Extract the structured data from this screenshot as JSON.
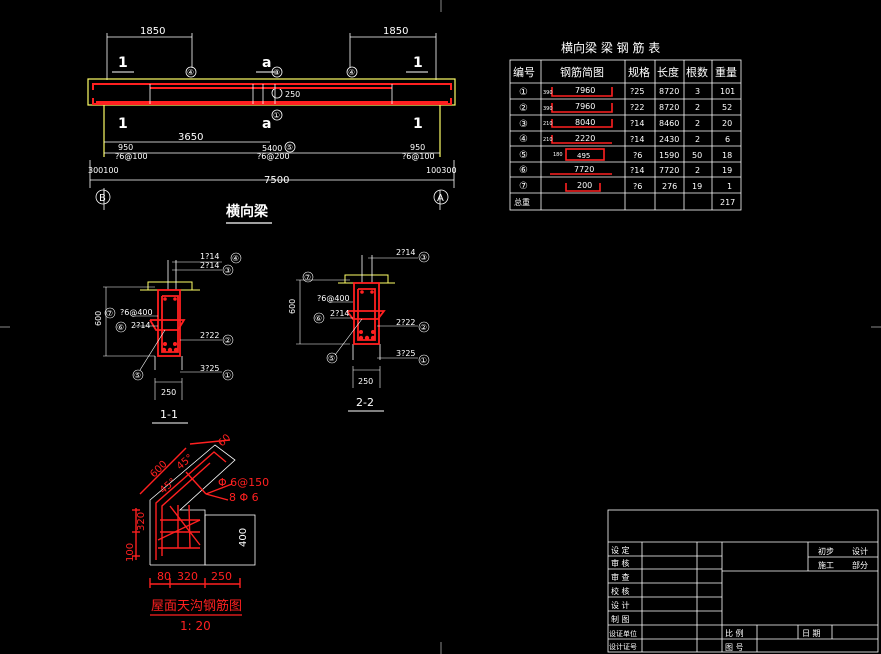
{
  "beam": {
    "title": "横向梁",
    "dim_1850": "1850",
    "sec_1": "1",
    "sec_2": "a",
    "callout_1": "①",
    "callout_3": "③",
    "callout_4": "④",
    "callout_5": "⑤",
    "label_250": "250",
    "dim_3650": "3650",
    "dim_950": "950",
    "dim_5400": "5400",
    "stirrup_end": "?6@100",
    "stirrup_mid": "?6@200",
    "dim_300100": "300100",
    "dim_100300": "100300",
    "dim_7500": "7500",
    "axis_b": "B",
    "axis_a": "A"
  },
  "table": {
    "title": "横向梁    梁 钢 筋 表",
    "headers": [
      "编号",
      "钢筋简图",
      "规格",
      "长度",
      "根数",
      "重量"
    ],
    "rows": [
      {
        "no": "①",
        "shape": "7960",
        "side": "390",
        "spec": "?25",
        "len": "8720",
        "count": "3",
        "wt": "101"
      },
      {
        "no": "②",
        "shape": "7960",
        "side": "390",
        "spec": "?22",
        "len": "8720",
        "count": "2",
        "wt": "52"
      },
      {
        "no": "③",
        "shape": "8040",
        "side": "210",
        "spec": "?14",
        "len": "8460",
        "count": "2",
        "wt": "20"
      },
      {
        "no": "④",
        "shape": "2220",
        "side": "210",
        "spec": "?14",
        "len": "2430",
        "count": "2",
        "wt": "6"
      },
      {
        "no": "⑤",
        "shape": "495",
        "side": "180",
        "spec": "?6",
        "len": "1590",
        "count": "50",
        "wt": "18"
      },
      {
        "no": "⑥",
        "shape": "7720",
        "side": "",
        "spec": "?14",
        "len": "7720",
        "count": "2",
        "wt": "19"
      },
      {
        "no": "⑦",
        "shape": "200",
        "side": "",
        "spec": "?6",
        "len": "276",
        "count": "19",
        "wt": "1"
      }
    ],
    "total_label": "总重",
    "total_wt": "217"
  },
  "section1": {
    "label": "1-1",
    "l_1t14": "1?14",
    "l_2t14a": "2?14",
    "l_6at400": "?6@400",
    "l_2t14b": "2?14",
    "l_2t22": "2?22",
    "l_3t25": "3?25",
    "d600": "600",
    "d250": "250",
    "c1": "①",
    "c2": "②",
    "c3": "③",
    "c4": "④",
    "c5": "⑤",
    "c6": "⑥",
    "c7": "⑦"
  },
  "section2": {
    "label": "2-2",
    "l_2t14a": "2?14",
    "l_6at400": "?6@400",
    "l_2t14b": "2?14",
    "l_2t22": "2?22",
    "l_3t25": "3?25",
    "d600": "600",
    "d250": "250",
    "c1": "①",
    "c2": "②",
    "c3": "③",
    "c5": "⑤",
    "c6": "⑥",
    "c7": "⑦"
  },
  "gutter": {
    "title": "屋面天沟钢筋图",
    "scale": "1: 20",
    "d600": "600",
    "d60": "60",
    "ang45": "45°",
    "ang45b": "45°",
    "phi6_150": "Φ 6@150",
    "n8phi6": "8 Φ 6",
    "d320": "320",
    "d320b": "320",
    "d80": "80",
    "d250": "250",
    "d100": "100",
    "d400": "400"
  },
  "titleblock": {
    "rows": [
      "设 定",
      "审 核",
      "审 查",
      "校 核",
      "设 计",
      "制 图",
      "设证单位",
      "设计证号"
    ],
    "r1": "初步",
    "r2": "设计",
    "r3": "施工",
    "r4": "部分",
    "scale": "比 例",
    "date": "日 期",
    "drawing_no": "图 号"
  },
  "colors": {
    "line": "#ffffff",
    "rebar": "#ff2020",
    "concrete": "#ffff66",
    "accent": "#ffd24d"
  }
}
